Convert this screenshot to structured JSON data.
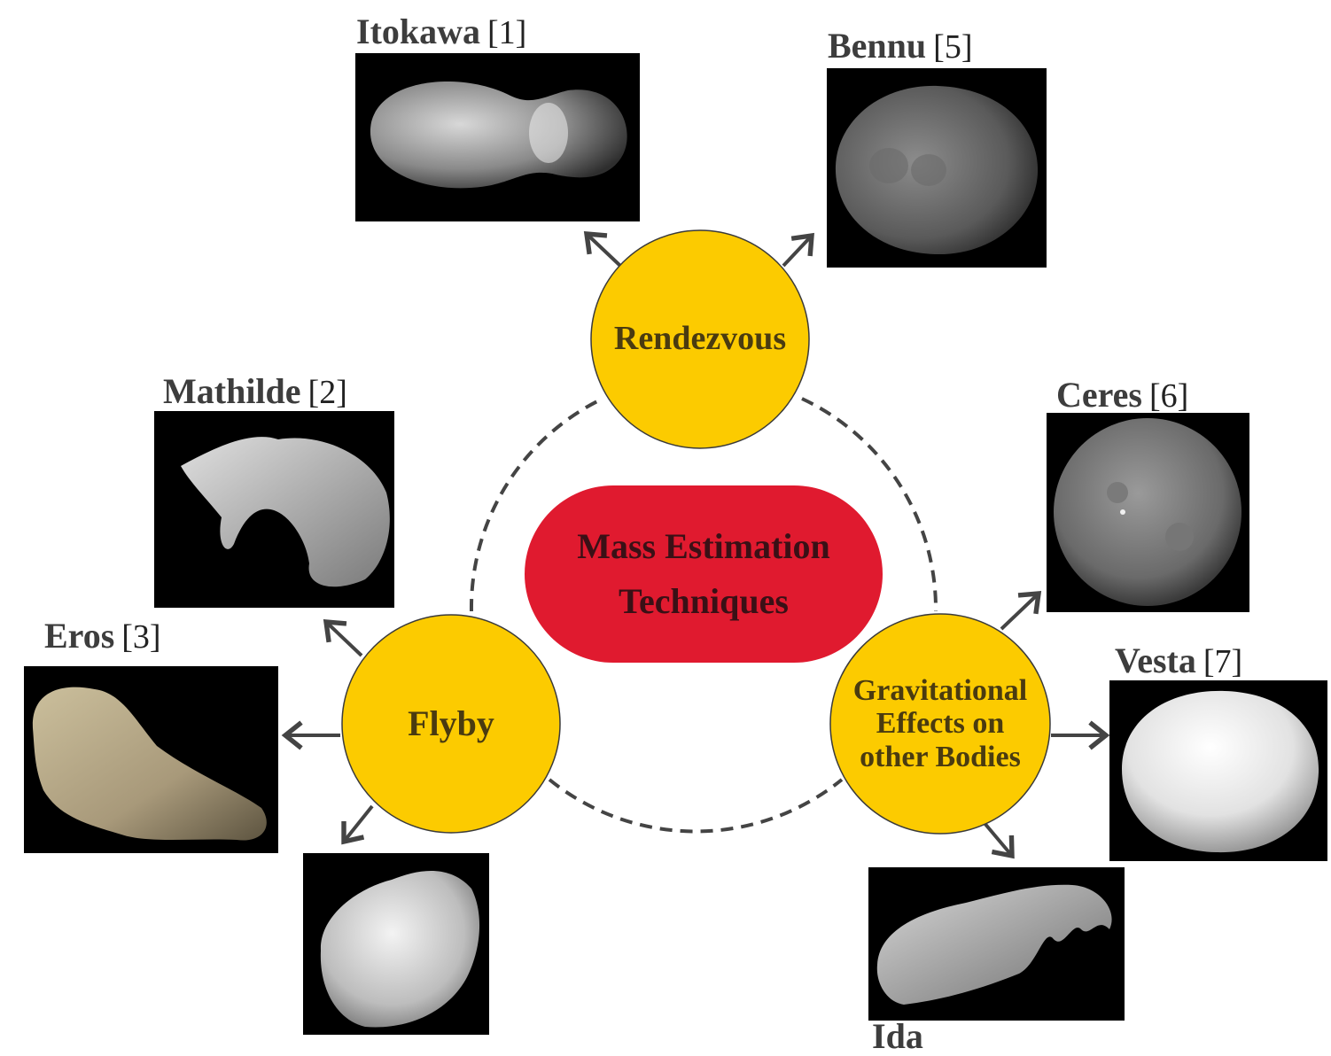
{
  "center": {
    "line1": "Mass Estimation",
    "line2": "Techniques"
  },
  "methods": {
    "rendezvous": "Rendezvous",
    "flyby": "Flyby",
    "gravitational": {
      "line1": "Gravitational",
      "line2": "Effects on",
      "line3": "other Bodies"
    }
  },
  "asteroids": {
    "itokawa": {
      "name": "Itokawa",
      "ref": "[1]"
    },
    "mathilde": {
      "name": "Mathilde",
      "ref": "[2]"
    },
    "eros": {
      "name": "Eros",
      "ref": "[3]"
    },
    "bennu": {
      "name": "Bennu",
      "ref": "[5]"
    },
    "ceres": {
      "name": "Ceres",
      "ref": "[6]"
    },
    "vesta": {
      "name": "Vesta",
      "ref": "[7]"
    },
    "ida": {
      "name": "Ida"
    }
  },
  "colors": {
    "node_fill": "#fccb00",
    "center_fill": "#e01a2f",
    "arrow": "#444444",
    "node_text": "#4a3b10"
  }
}
